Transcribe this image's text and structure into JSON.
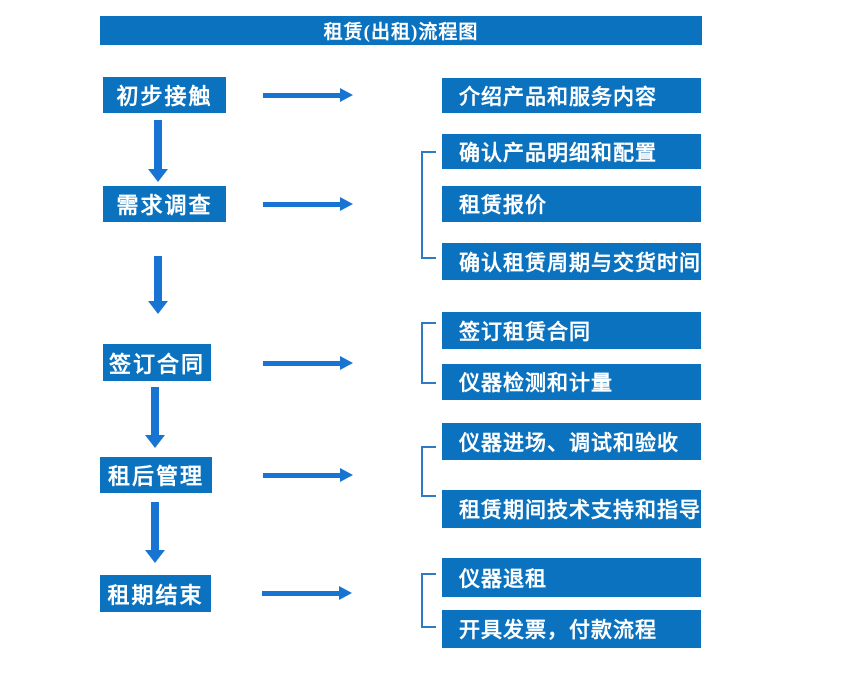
{
  "title": "租赁(出租)流程图",
  "colors": {
    "box_blue": "#0a72be",
    "arrow_blue": "#1874d2",
    "bracket_blue": "#2f7bc3",
    "text_white": "#ffffff"
  },
  "stages": [
    {
      "label": "初步接触",
      "details": [
        "介绍产品和服务内容"
      ]
    },
    {
      "label": "需求调查",
      "details": [
        "确认产品明细和配置",
        "租赁报价",
        "确认租赁周期与交货时间"
      ]
    },
    {
      "label": "签订合同",
      "details": [
        "签订租赁合同",
        "仪器检测和计量"
      ]
    },
    {
      "label": "租后管理",
      "details": [
        "仪器进场、调试和验收",
        "租赁期间技术支持和指导"
      ]
    },
    {
      "label": "租期结束",
      "details": [
        "仪器退租",
        "开具发票，付款流程"
      ]
    }
  ]
}
